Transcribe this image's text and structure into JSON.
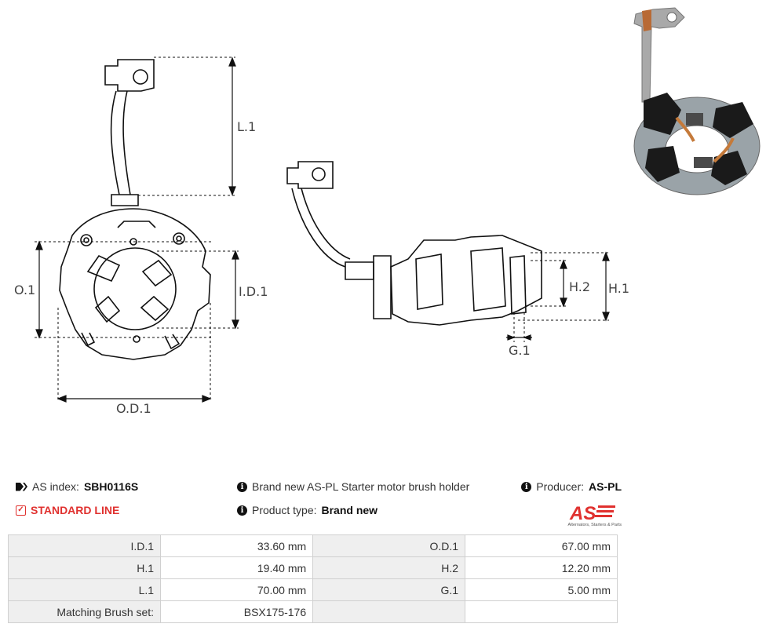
{
  "dimension_labels": {
    "l1": "L.1",
    "o1": "O.1",
    "id1": "I.D.1",
    "od1": "O.D.1",
    "h1": "H.1",
    "h2": "H.2",
    "g1": "G.1"
  },
  "product": {
    "as_index_label": "AS index:",
    "as_index_value": "SBH0116S",
    "description": "Brand new AS-PL Starter motor brush holder",
    "producer_label": "Producer:",
    "producer_value": "AS-PL",
    "line": "STANDARD LINE",
    "type_label": "Product type:",
    "type_value": "Brand new",
    "logo_text": "AS",
    "logo_tagline": "Alternators, Starters & Parts"
  },
  "specs": [
    [
      "I.D.1",
      "33.60 mm",
      "O.D.1",
      "67.00 mm"
    ],
    [
      "H.1",
      "19.40 mm",
      "H.2",
      "12.20 mm"
    ],
    [
      "L.1",
      "70.00 mm",
      "G.1",
      "5.00 mm"
    ],
    [
      "Matching Brush set:",
      "BSX175-176",
      "",
      ""
    ]
  ],
  "colors": {
    "accent_red": "#e0312f",
    "table_key_bg": "#efefef",
    "table_border": "#d0d0d0"
  },
  "icons": [
    "tags-icon",
    "info-icon",
    "check-square-icon"
  ]
}
